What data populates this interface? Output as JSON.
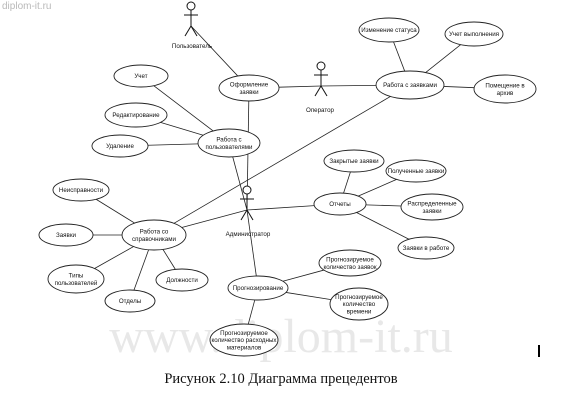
{
  "watermarks": {
    "small": "diplom-it.ru",
    "large": "www.diplom-it.ru"
  },
  "caption": "Рисунок 2.10 Диаграмма прецедентов",
  "actors": {
    "user": "Пользователь",
    "operator": "Оператор",
    "admin": "Администратор"
  },
  "use_cases": {
    "uc_order": [
      "Оформление",
      "заявки"
    ],
    "uc_requests": [
      "Работа с заявками"
    ],
    "uc_status": [
      "Изменение статуса"
    ],
    "uc_done": [
      "Учет выполнения"
    ],
    "uc_archive": [
      "Помещение в",
      "архив"
    ],
    "uc_account": [
      "Учет"
    ],
    "uc_edit": [
      "Редактирование"
    ],
    "uc_users": [
      "Работа с",
      "пользователями"
    ],
    "uc_delete": [
      "Удаление"
    ],
    "uc_closed": [
      "Закрытые заявки"
    ],
    "uc_received": [
      "Полученные заявки"
    ],
    "uc_reports": [
      "Отчеты"
    ],
    "uc_distrib": [
      "Распределенные",
      "заявки"
    ],
    "uc_inwork": [
      "Заявки в работе"
    ],
    "uc_faults": [
      "Неисправности"
    ],
    "uc_refs": [
      "Работа со",
      "справочниками"
    ],
    "uc_reqs": [
      "Заявки"
    ],
    "uc_types": [
      "Типы",
      "пользователей"
    ],
    "uc_depts": [
      "Отделы"
    ],
    "uc_posts": [
      "Должности"
    ],
    "uc_forecast": [
      "Прогнозирование"
    ],
    "uc_fc_count": [
      "Прогнозируемое",
      "количество заявок"
    ],
    "uc_fc_time": [
      "Прогнозируемое",
      "количество",
      "времени"
    ],
    "uc_fc_mat": [
      "Прогнозируемое",
      "количество расходных",
      "материалов"
    ]
  }
}
